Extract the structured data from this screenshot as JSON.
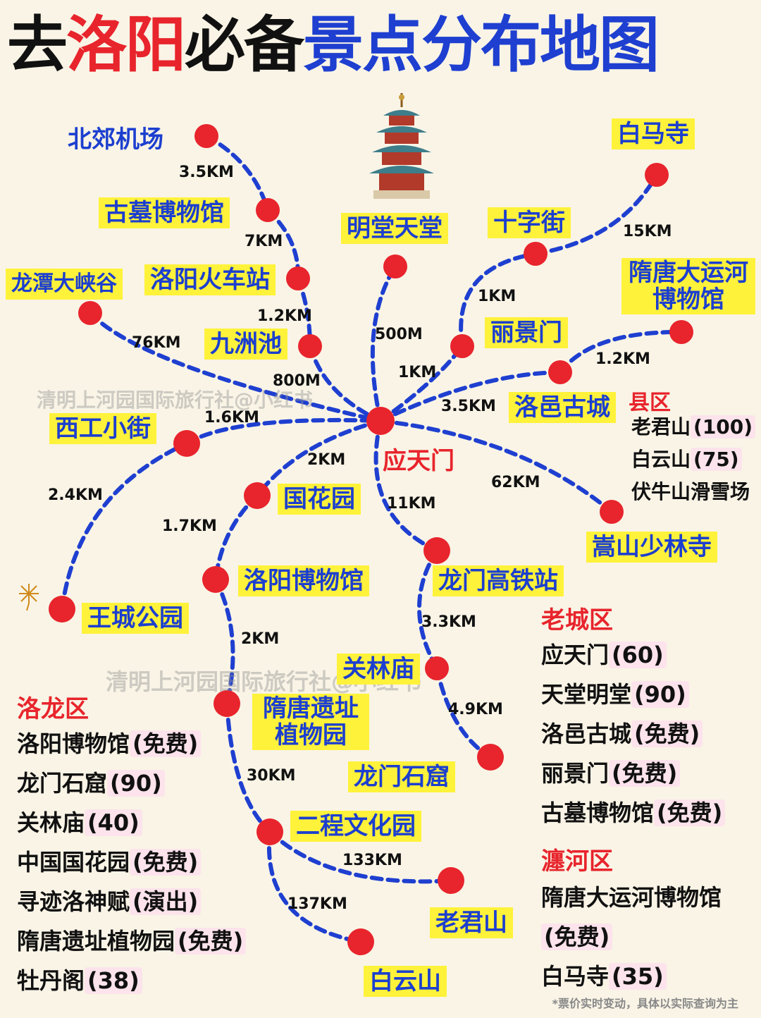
{
  "title": {
    "part1": "去",
    "part2": "洛阳",
    "part3": "必备",
    "part4": "景点分布地图"
  },
  "colors": {
    "line": "#1e3fd0",
    "dot": "#e8242c",
    "label_bg": "#fff23a",
    "price_bg": "#fde3ec",
    "background": "#f9f4e6"
  },
  "center": {
    "name": "应天门"
  },
  "stations": {
    "beijiao": "北郊机场",
    "gumu": "古墓博物馆",
    "huochezhan": "洛阳火车站",
    "jiuzhouchi": "九洲池",
    "longtan": "龙潭大峡谷",
    "xigong": "西工小街",
    "wangcheng": "王城公园",
    "guohua": "国花园",
    "bowuguan": "洛阳博物馆",
    "suitang_yizhi": "隋唐遗址植物园",
    "erceng": "二程文化园",
    "laojun": "老君山",
    "baiyun": "白云山",
    "mingtang": "明堂天堂",
    "shizi": "十字街",
    "baima": "白马寺",
    "suitang_yunhe": "隋唐大运河博物馆",
    "lijing": "丽景门",
    "luoyi": "洛邑古城",
    "songshan": "嵩山少林寺",
    "longmen_gt": "龙门高铁站",
    "guanlin": "关林庙",
    "longmen_sk": "龙门石窟"
  },
  "distances": {
    "d_beijiao": "3.5KM",
    "d_gumu": "7KM",
    "d_huoche": "1.2KM",
    "d_jiuzhou": "800M",
    "d_longtan": "76KM",
    "d_xigong": "1.6KM",
    "d_wangcheng": "2.4KM",
    "d_guohua": "2KM",
    "d_bowuguan": "1.7KM",
    "d_yizhi": "2KM",
    "d_erceng": "30KM",
    "d_laojun": "133KM",
    "d_baiyun": "137KM",
    "d_mingtang": "500M",
    "d_shizi": "1KM",
    "d_baima": "15KM",
    "d_lijing": "1KM",
    "d_luoyi": "3.5KM",
    "d_yunhe": "1.2KM",
    "d_songshan": "62KM",
    "d_longmen_gt": "11KM",
    "d_guanlin": "3.3KM",
    "d_longmen_sk": "4.9KM"
  },
  "watermarks": {
    "wm1": "清明上河园国际旅行社@小红书",
    "wm2": "清明上河园国际旅行社@小红书"
  },
  "districts": {
    "xian": {
      "title": "县区",
      "items": [
        {
          "name": "老君山",
          "price": "(100)"
        },
        {
          "name": "白云山",
          "price": "(75)"
        },
        {
          "name": "伏牛山滑雪场",
          "price": ""
        }
      ]
    },
    "laocheng": {
      "title": "老城区",
      "items": [
        {
          "name": "应天门",
          "price": "(60)"
        },
        {
          "name": "天堂明堂",
          "price": "(90)"
        },
        {
          "name": "洛邑古城",
          "price": "(免费)"
        },
        {
          "name": "丽景门",
          "price": "(免费)"
        },
        {
          "name": "古墓博物馆",
          "price": "(免费)"
        }
      ]
    },
    "chanhe": {
      "title": "瀍河区",
      "items": [
        {
          "name": "隋唐大运河博物馆",
          "price": ""
        },
        {
          "name": "",
          "price": "(免费)"
        },
        {
          "name": "白马寺",
          "price": "(35)"
        }
      ]
    },
    "luolong": {
      "title": "洛龙区",
      "items": [
        {
          "name": "洛阳博物馆",
          "price": "(免费)"
        },
        {
          "name": "龙门石窟",
          "price": "(90)"
        },
        {
          "name": "关林庙",
          "price": "(40)"
        },
        {
          "name": "中国国花园",
          "price": "(免费)"
        },
        {
          "name": "寻迹洛神赋",
          "price": "(演出)"
        },
        {
          "name": "隋唐遗址植物园",
          "price": "(免费)"
        },
        {
          "name": "牡丹阁",
          "price": "(38)"
        }
      ]
    }
  },
  "footnote": "*票价实时变动，具体以实际查询为主"
}
